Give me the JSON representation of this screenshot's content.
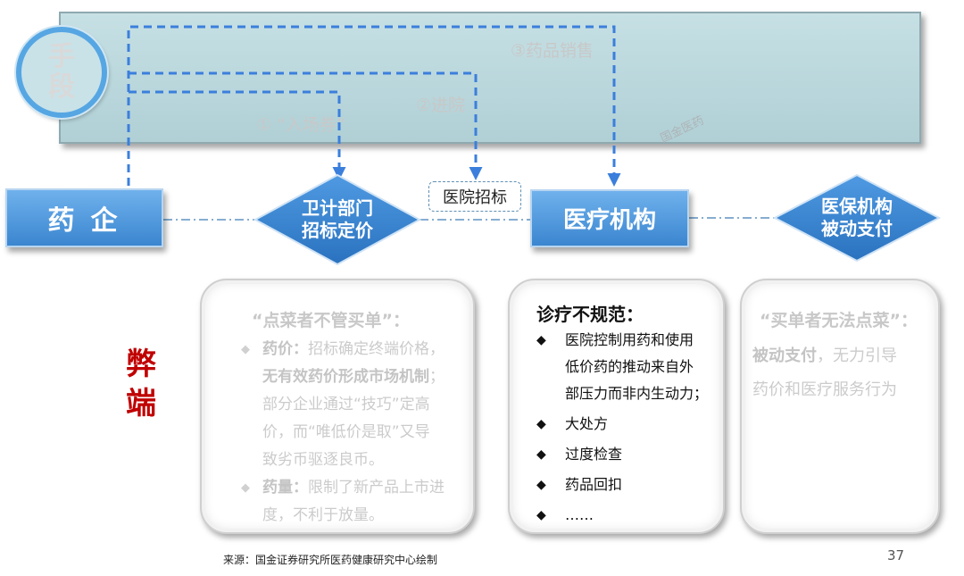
{
  "banner": {
    "means_chars": [
      "手",
      "段"
    ],
    "path_labels": [
      "③药品销售",
      "②进院",
      "① “入场券”"
    ],
    "watermark": "国金医药"
  },
  "flow": {
    "pharma_company": "药企",
    "health_dept": [
      "卫计部门",
      "招标定价"
    ],
    "hospital_bidding": "医院招标",
    "medical_institution": "医疗机构",
    "insurance": [
      "医保机构",
      "被动支付"
    ]
  },
  "drawbacks_label": [
    "弊",
    "端"
  ],
  "panel_left": {
    "title": "“点菜者不管买单”：",
    "items": [
      {
        "bold": "药价：",
        "lines": [
          "招标确定终端价格，"
        ],
        "extra": [
          {
            "bold": "无有效药价形成市场机制",
            "text": "；"
          },
          {
            "bold": "",
            "text": "部分企业通过“技巧”定高"
          },
          {
            "bold": "",
            "text": "价，而“唯低价是取”又导"
          },
          {
            "bold": "",
            "text": "致劣币驱逐良币。"
          }
        ]
      },
      {
        "bold": "药量：",
        "lines": [
          "限制了新产品上市进"
        ],
        "extra": [
          {
            "bold": "",
            "text": "度，不利于放量。"
          }
        ]
      }
    ]
  },
  "panel_mid": {
    "title": "诊疗不规范：",
    "bullet": "◆",
    "items": [
      "医院控制用药和使用",
      "低价药的推动来自外",
      "部压力而非内生动力；",
      "大处方",
      "过度检查",
      "药品回扣",
      "……"
    ]
  },
  "panel_right": {
    "title": "“买单者无法点菜”：",
    "bold_lead": "被动支付",
    "text1": "，无力引导",
    "text2": "药价和医疗服务行为"
  },
  "footer": {
    "source": "来源：国金证券研究所医药健康研究中心绘制",
    "page": "37"
  },
  "colors": {
    "box_blue": "#4a94dc",
    "diamond_blue": "#2f7fc8",
    "drawback_red": "#c00000",
    "dashed_arrow": "#3b7fdc"
  }
}
